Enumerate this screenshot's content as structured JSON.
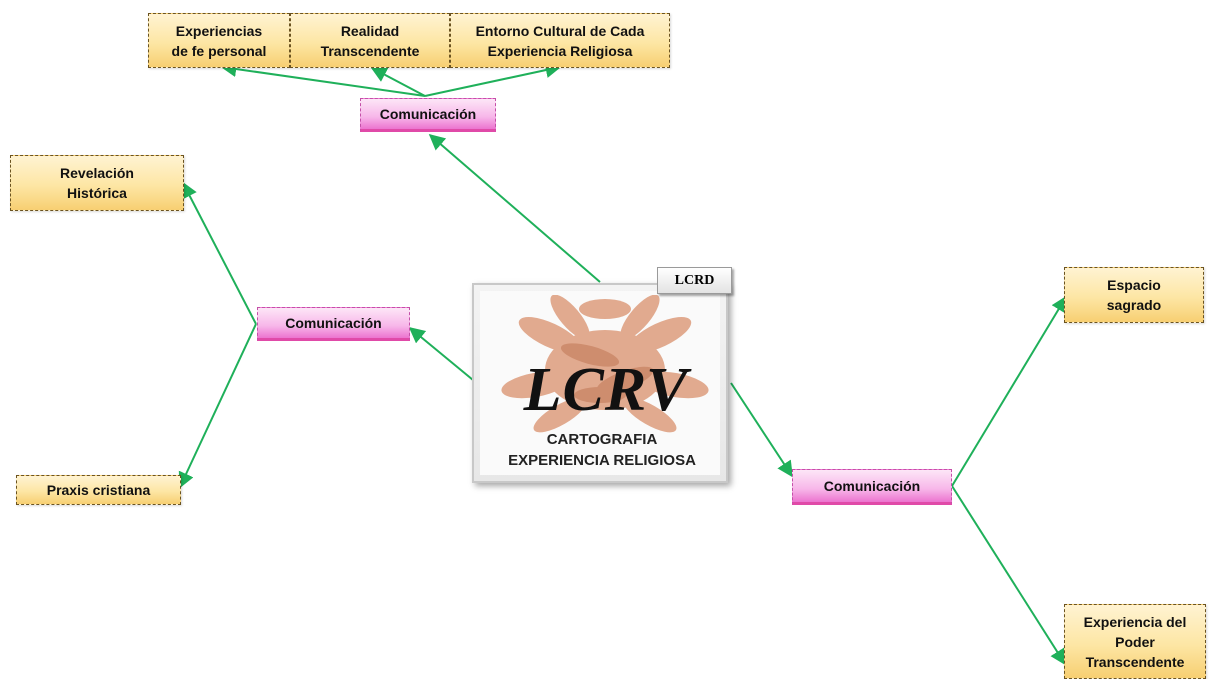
{
  "center": {
    "logo": "LCRV",
    "caption": "CARTOGRAFIA\nEXPERIENCIA RELIGIOSA",
    "tag": "LCRD"
  },
  "hubs": {
    "top": "Comunicación",
    "left": "Comunicación",
    "right": "Comunicación"
  },
  "leaves": {
    "top_1": "Experiencias\nde fe personal",
    "top_2": "Realidad\nTranscendente",
    "top_3": "Entorno Cultural de Cada\nExperiencia Religiosa",
    "left_1": "Revelación\nHistórica",
    "left_2": "Praxis cristiana",
    "right_1": "Espacio\nsagrado",
    "right_2": "Experiencia del\nPoder\nTranscendente"
  },
  "colors": {
    "connector": "#1fb05a",
    "hub_fill": "#f7b6e9",
    "leaf_fill": "#fde6a4"
  }
}
